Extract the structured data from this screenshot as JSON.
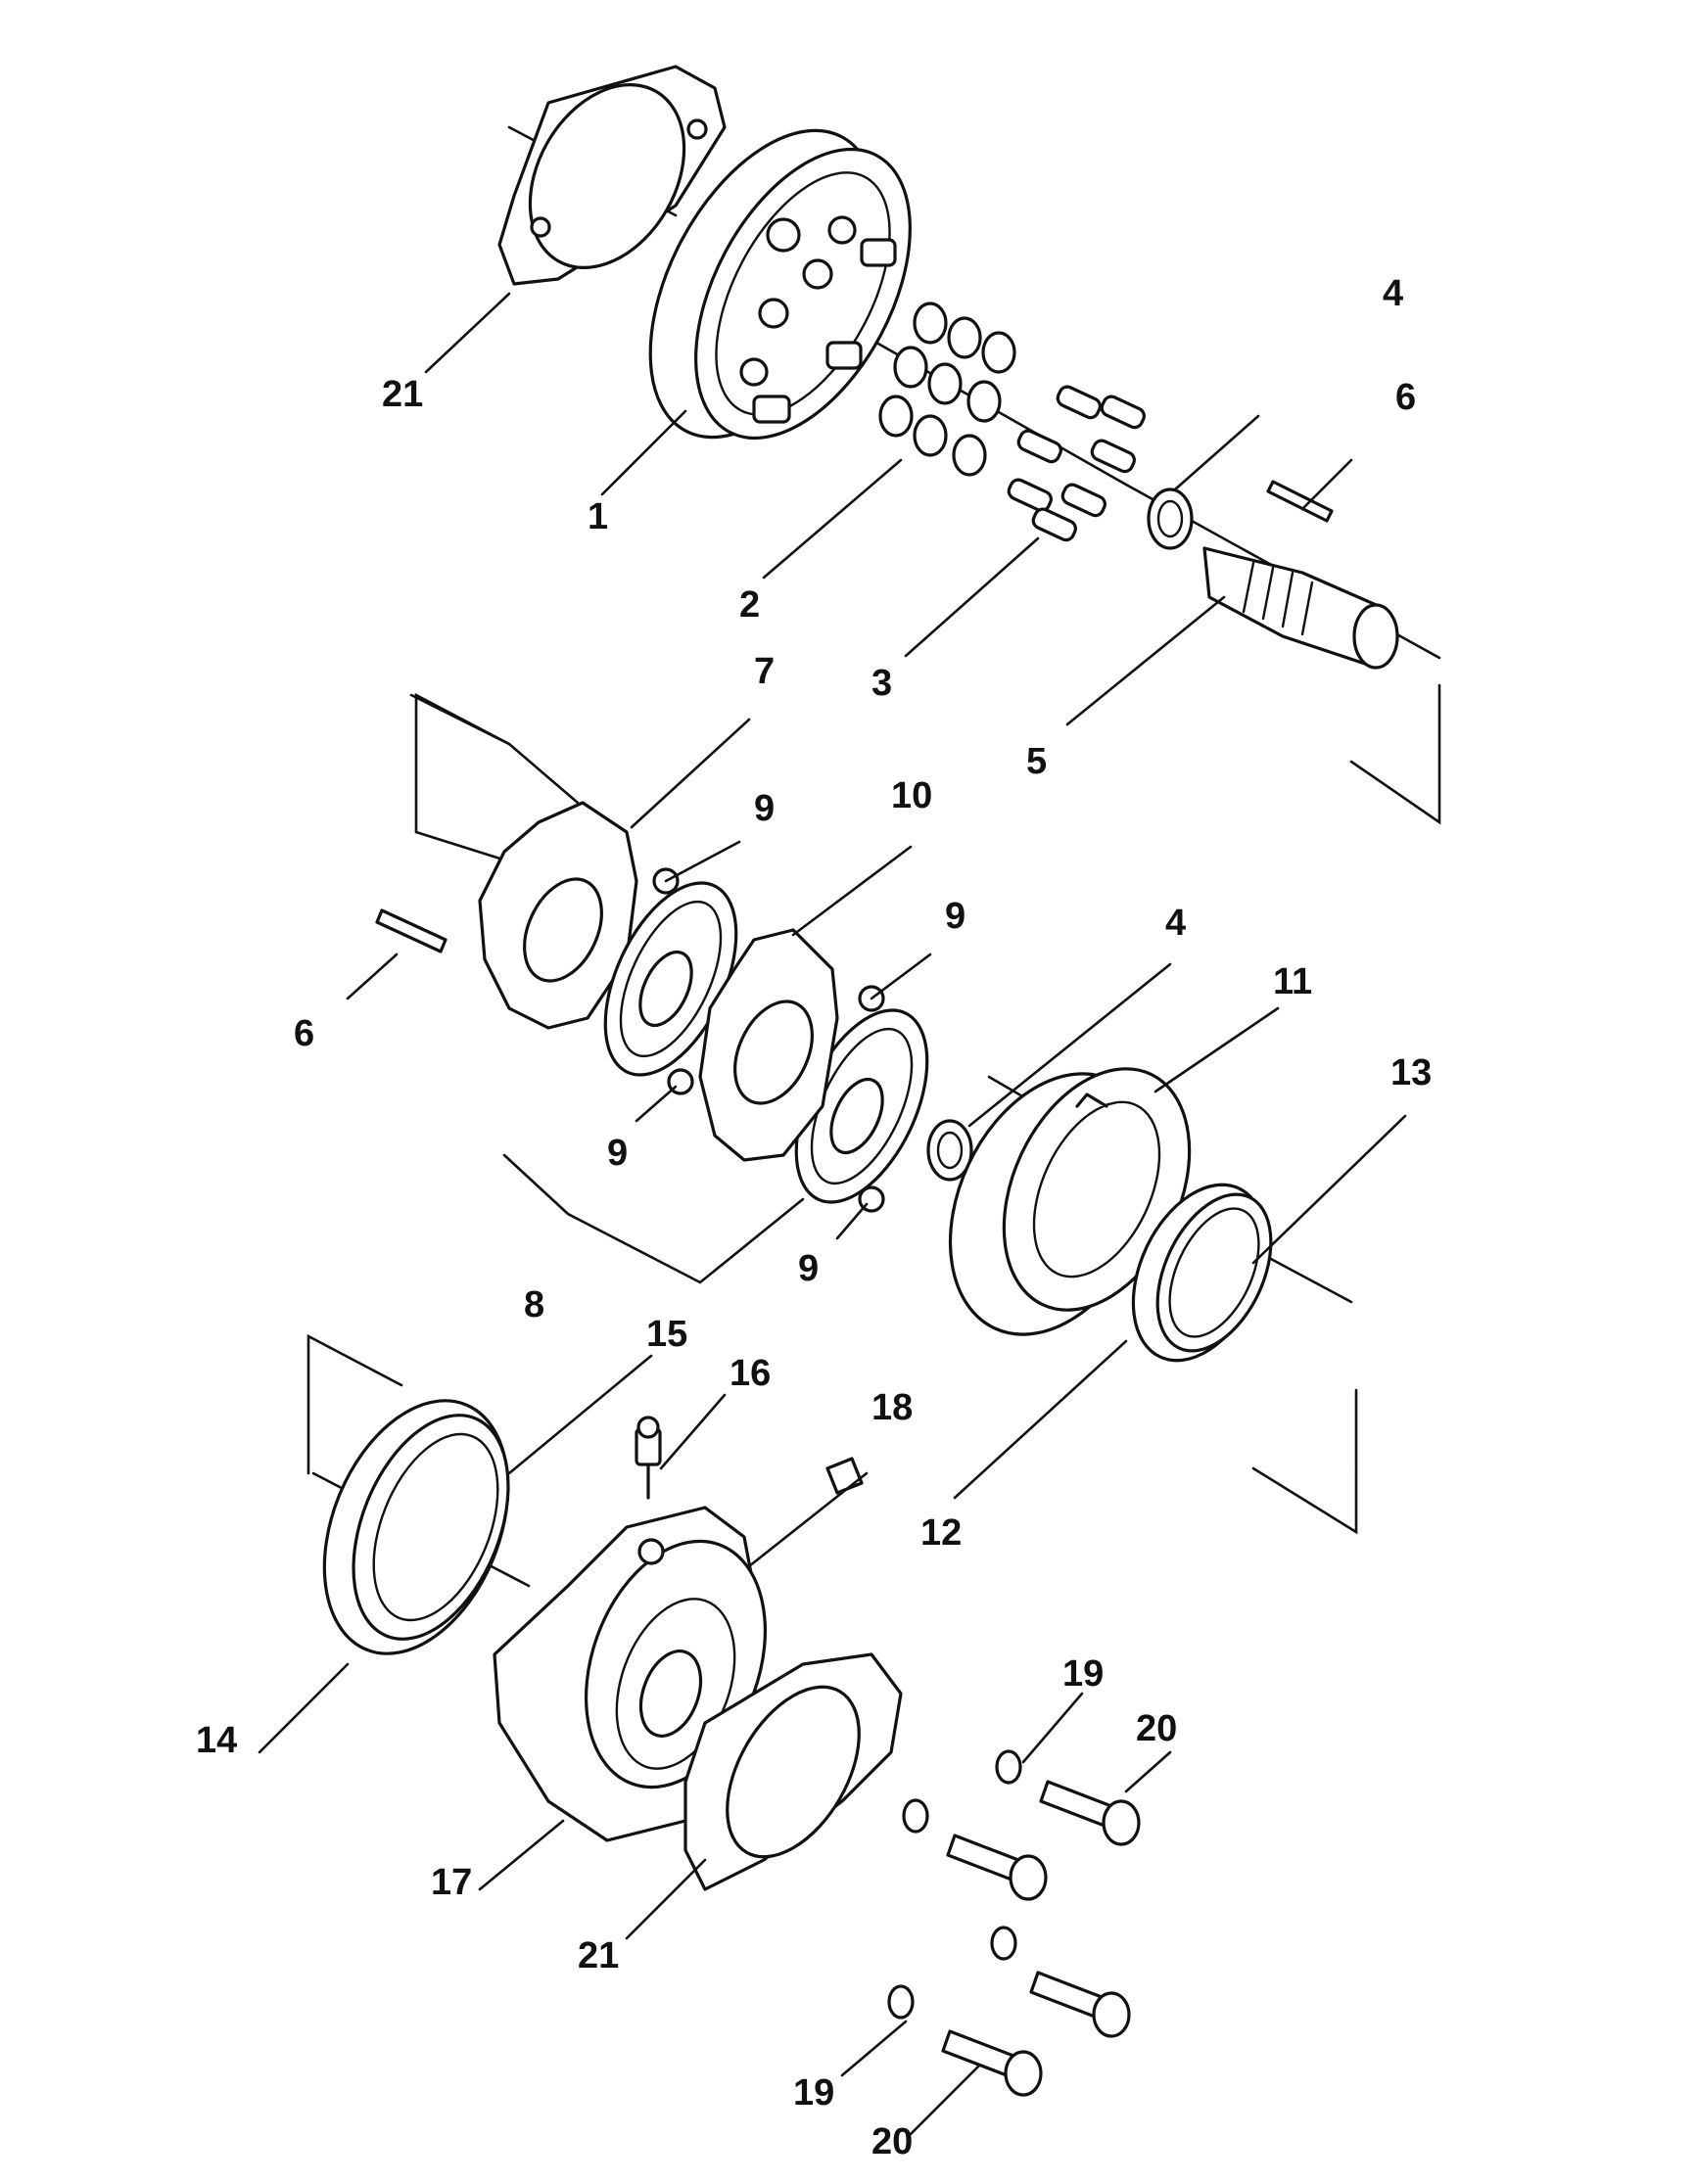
{
  "diagram": {
    "callouts": [
      "21",
      "1",
      "2",
      "3",
      "4",
      "5",
      "6",
      "7",
      "8",
      "9",
      "9",
      "9",
      "9",
      "10",
      "6",
      "4",
      "11",
      "12",
      "13",
      "14",
      "15",
      "16",
      "17",
      "18",
      "19",
      "20",
      "19",
      "20",
      "21"
    ]
  }
}
